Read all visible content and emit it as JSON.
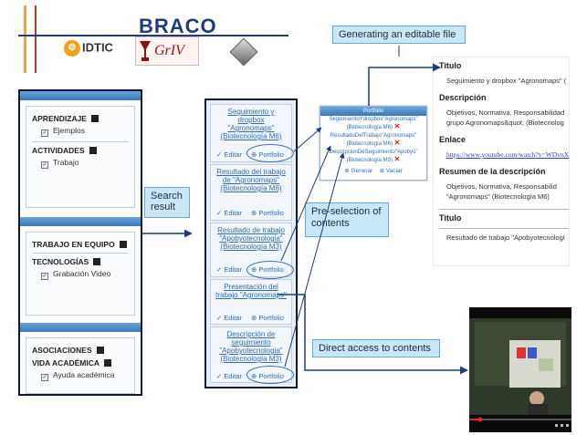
{
  "header": {
    "title": "BRACO",
    "logo_gidtic": "IDTIC",
    "logo_gir": "GrIV"
  },
  "callouts": {
    "generating": "Generating an editable file",
    "search_result": "Search\nresult",
    "preselection": "Pre-selection  of\ncontents",
    "direct_access": "Direct access to contents"
  },
  "filter_panel": {
    "groups": [
      {
        "title": "APRENDIZAJE",
        "items": [
          "Ejemplos"
        ]
      },
      {
        "title": "ACTIVIDADES",
        "items": [
          "Trabajo"
        ]
      },
      {
        "title": "TRABAJO EN EQUIPO",
        "items": []
      },
      {
        "title": "TECNOLOGÍAS",
        "items": [
          "Grabación Video"
        ]
      },
      {
        "title": "ASOCIACIONES",
        "items": []
      },
      {
        "title": "VIDA ACADÉMICA",
        "items": [
          "Ayuda académica"
        ]
      }
    ]
  },
  "results": {
    "editar_label": "Editar",
    "portfolio_label": "Portfolio",
    "items": [
      {
        "title": "Seguimiento y dropbox \"Agronomaps\" (Biotecnología M6)"
      },
      {
        "title": "Resultado del trabajo de \"Agronomaps\" (Biotecnología M6)"
      },
      {
        "title": "Resultado de trabajo \"Apobyotecnologia\" (Biotecnología M3)"
      },
      {
        "title": "Presentación del trabajo \"Agronomaps\""
      },
      {
        "title": "Descripción de seguimiento \"Apobyotecnologia\" (Biotecnología M3)"
      }
    ]
  },
  "portfolio_popup": {
    "title": "Portfolio",
    "items": [
      "SeguimientoYdropbox\"Agronomaps\"(Biotecnología M6)",
      "ResultadoDelTrabajo\"Agronomaps\"(Biotecnología M6)",
      "DescripcionDeSeguimiento\"Apobyo\"(Biotecnología M3)"
    ],
    "btn_generar": "Generar",
    "btn_vaciar": "Vaciar"
  },
  "document": {
    "h_titulo": "Titulo",
    "titulo_text": "Seguimiento y dropbox \"Agronomaps\" (",
    "h_descripcion": "Descripción",
    "descripcion_line1": "Objetivos, Normativa, Responsabilidad",
    "descripcion_line2": "grupo Agronomaps&quot; (Biotecnolog",
    "h_enlace": "Enlace",
    "enlace_url": "https://www.youtube.com/watch?v=WDvnX",
    "h_resumen": "Resumen de la descripción",
    "resumen_line1": "Objetivos, Normativa, Responsabilid",
    "resumen_line2": "\"Agronomaps\" (Biotecnología M6)",
    "h_titulo2": "Titulo",
    "titulo2_text": "Resultado de trabajo \"Apobyotecnologí"
  },
  "colors": {
    "navy": "#1f3d7a",
    "accent_blue": "#2d6eb8",
    "arrow_blue": "#1f3d7a",
    "callout_bg": "#c9e6f6",
    "red_mark": "#d21f1f"
  }
}
